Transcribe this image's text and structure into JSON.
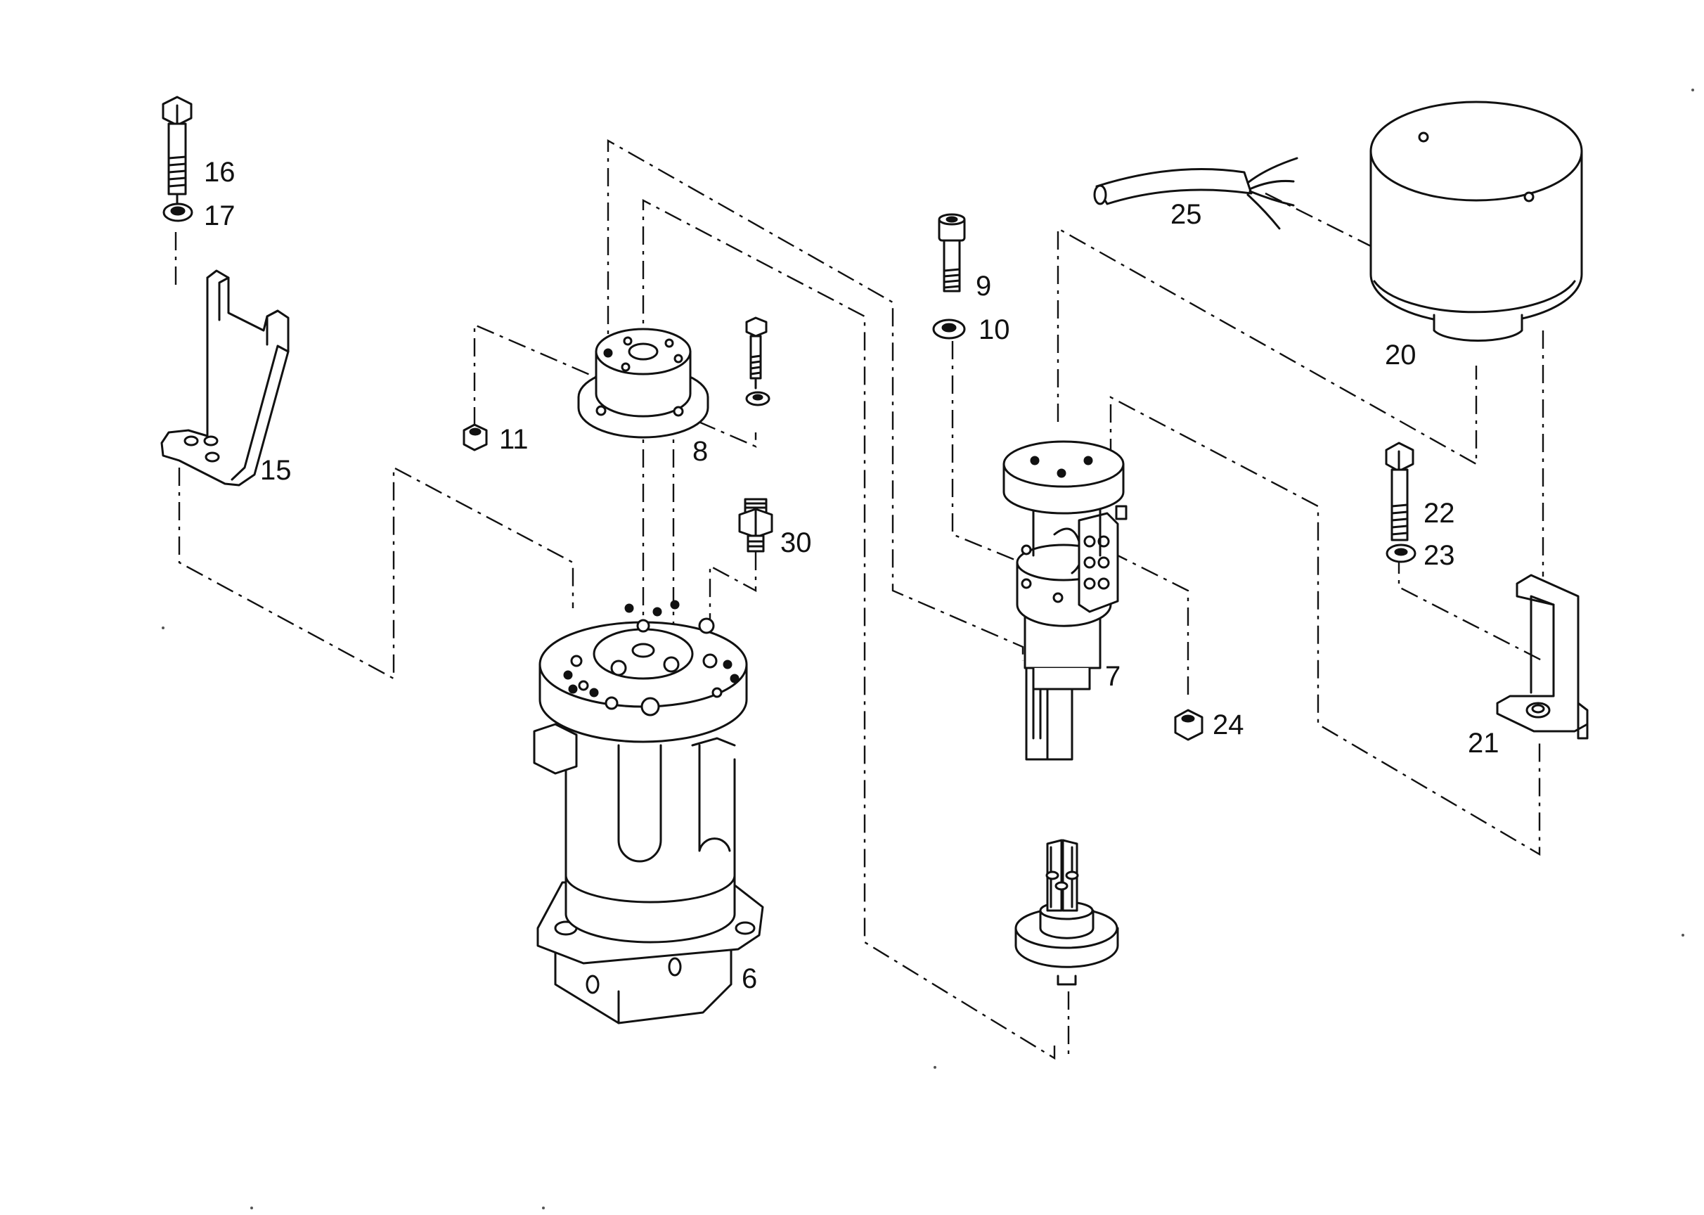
{
  "callouts": {
    "c6": "6",
    "c7": "7",
    "c8": "8",
    "c9": "9",
    "c10": "10",
    "c11": "11",
    "c15": "15",
    "c16": "16",
    "c17": "17",
    "c20": "20",
    "c21": "21",
    "c22": "22",
    "c23": "23",
    "c24": "24",
    "c25": "25",
    "c30": "30"
  }
}
